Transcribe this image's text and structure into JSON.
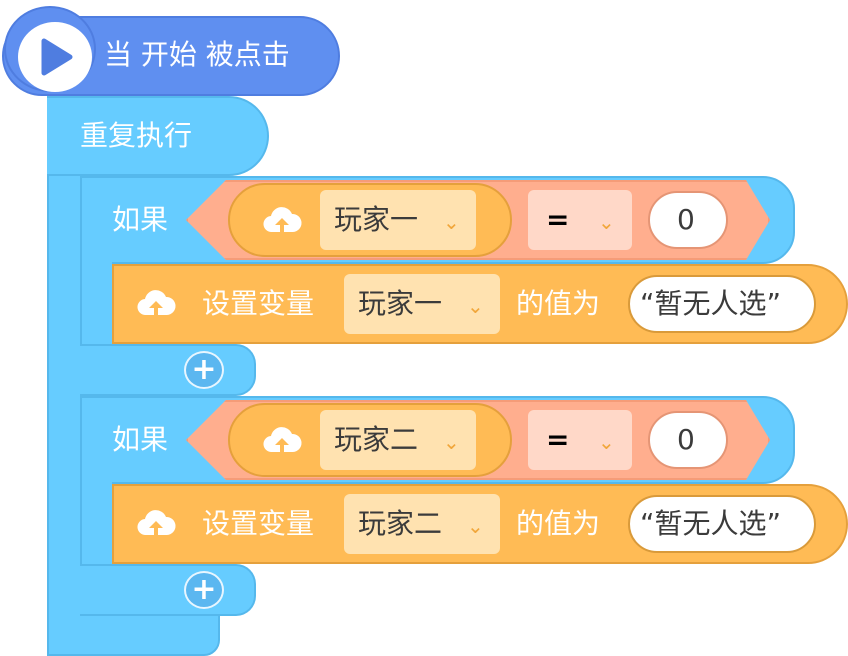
{
  "hat": {
    "label": "当 开始 被点击"
  },
  "loop": {
    "label": "重复执行"
  },
  "if_blocks": [
    {
      "label": "如果",
      "variable": "玩家一",
      "operator": "=",
      "value": "0",
      "set_label": "设置变量",
      "set_variable": "玩家一",
      "to_label": "的值为",
      "set_value": "“暂无人选”",
      "add": "+"
    },
    {
      "label": "如果",
      "variable": "玩家二",
      "operator": "=",
      "value": "0",
      "set_label": "设置变量",
      "set_variable": "玩家二",
      "to_label": "的值为",
      "set_value": "“暂无人选”",
      "add": "+"
    }
  ],
  "icons": {
    "play": "play-icon",
    "cloud": "cloud-upload-icon",
    "dropdown": "chevron-down-icon"
  },
  "colors": {
    "event": "#5f8ff0",
    "control": "#66ccff",
    "variable": "#ffbb55",
    "operator": "#ffae8e"
  }
}
